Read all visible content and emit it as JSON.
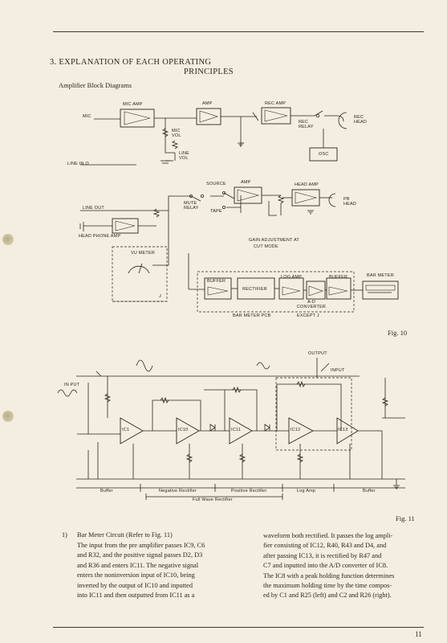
{
  "page": {
    "section_title_line1": "3. EXPLANATION OF EACH OPERATING",
    "section_title_line2": "PRINCIPLES",
    "subtitle": "Amplifier Block Diagrams",
    "page_number": "11"
  },
  "fig10": {
    "caption": "Fig. 10",
    "labels": {
      "mic": "MIC",
      "mic_amp": "MIC AMP",
      "amp1": "AMP",
      "rec_amp": "REC AMP",
      "rec_head": "REC HEAD",
      "rec_relay": "REC RELAY",
      "osc": "OSC",
      "mic_vol": "MIC VOL",
      "line_vol": "LINE VOL",
      "line_in": "LINE IN O",
      "source": "SOURCE",
      "tape": "TAPE",
      "amp2": "AMP",
      "head_amp": "HEAD AMP",
      "pb_head": "PB HEAD",
      "line_out": "LINE OUT",
      "mute_relay": "MUTE RELAY",
      "headphone_amp": "HEAD PHONE AMP",
      "gain_adjustment": "GAIN ADJUSTMENT AT",
      "cut_mode": "CUT MODE",
      "vu_meter": "VU METER",
      "vu_j": "J",
      "buffer1": "BUFFER",
      "rectifier": "RECTIFIER",
      "log_amp": "LOG AMP",
      "ad_converter": "A-D CONVERTER",
      "buffer2": "BUFFER",
      "bar_meter": "BAR METER",
      "bar_meter_pcb": "BAR METER PCB",
      "except_j": "EXCEPT J"
    }
  },
  "fig11": {
    "caption": "Fig. 11",
    "sections": [
      "Buffer",
      "Negative Rectifier",
      "Positive Rectifier",
      "Log Amp",
      "Buffer"
    ],
    "full_wave": "Full Wave Rectifier",
    "ic_labels": [
      "IC1",
      "IC10",
      "IC11",
      "IC12",
      "IC13"
    ],
    "top_labels": {
      "output": "OUTPUT",
      "input": "INPUT",
      "left_in": "IN PUT"
    }
  },
  "text": {
    "item_number": "1)",
    "item_heading": "Bar Meter Circuit (Refer to Fig. 11)",
    "col1_lines": [
      "The input from the pre amplifier passes IC9, C6",
      "and R32, and the positive signal passes D2, D3",
      "and R36 and enters IC11. The negative signal",
      "enters the noninversion input of IC10, being",
      "inverted by the output of IC10 and inputted",
      "into IC11 and then outputted from IC11 as a"
    ],
    "col2_lines": [
      "waveform both rectified. It passes the log ampli-",
      "fier consisting of IC12, R40, R43 and D4, and",
      "after passing IC13, it is rectified by R47 and",
      "C7 and inputted into the A/D converter of IC8.",
      "The IC8 with a peak holding function determines",
      "the maximum holding time by the time compos-",
      "ed by C1 and R25 (left) and C2 and R26 (right)."
    ]
  }
}
